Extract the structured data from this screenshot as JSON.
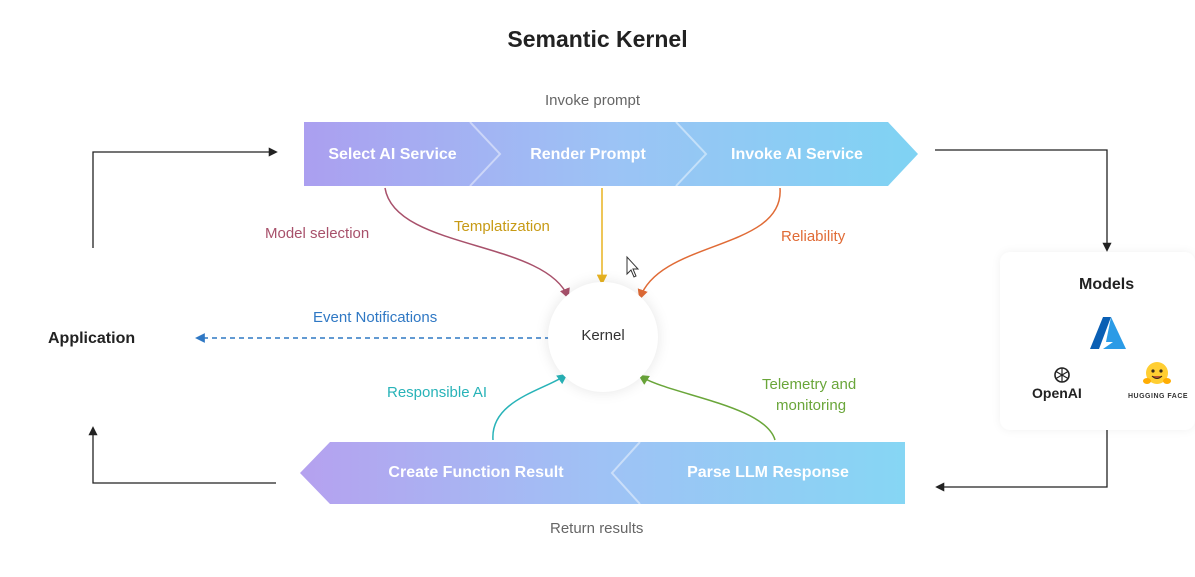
{
  "title": "Semantic Kernel",
  "captions": {
    "top": "Invoke prompt",
    "bottom": "Return results"
  },
  "top_pipeline": [
    {
      "label": "Select AI Service"
    },
    {
      "label": "Render Prompt"
    },
    {
      "label": "Invoke AI Service"
    }
  ],
  "bottom_pipeline": [
    {
      "label": "Create Function Result"
    },
    {
      "label": "Parse LLM Response"
    }
  ],
  "kernel": {
    "label": "Kernel"
  },
  "application": {
    "label": "Application"
  },
  "models": {
    "label": "Models",
    "providers": [
      {
        "name": "Azure",
        "icon": "azure-logo-icon"
      },
      {
        "name": "OpenAI",
        "icon": "openai-logo-icon"
      },
      {
        "name": "HUGGING FACE",
        "icon": "hugging-face-logo-icon"
      }
    ]
  },
  "annotations": {
    "model_selection": "Model selection",
    "templatization": "Templatization",
    "reliability": "Reliability",
    "event_notifications": "Event Notifications",
    "responsible_ai": "Responsible AI",
    "telemetry_line1": "Telemetry and",
    "telemetry_line2": "monitoring"
  },
  "colors": {
    "model_selection": "#a8516b",
    "templatization": "#c79a14",
    "reliability": "#e06b36",
    "event_notifications": "#2f78c4",
    "responsible_ai": "#28b3b8",
    "telemetry": "#6aa63a",
    "pipeline_start": "#a99ff0",
    "pipeline_end": "#7fd3f3"
  }
}
